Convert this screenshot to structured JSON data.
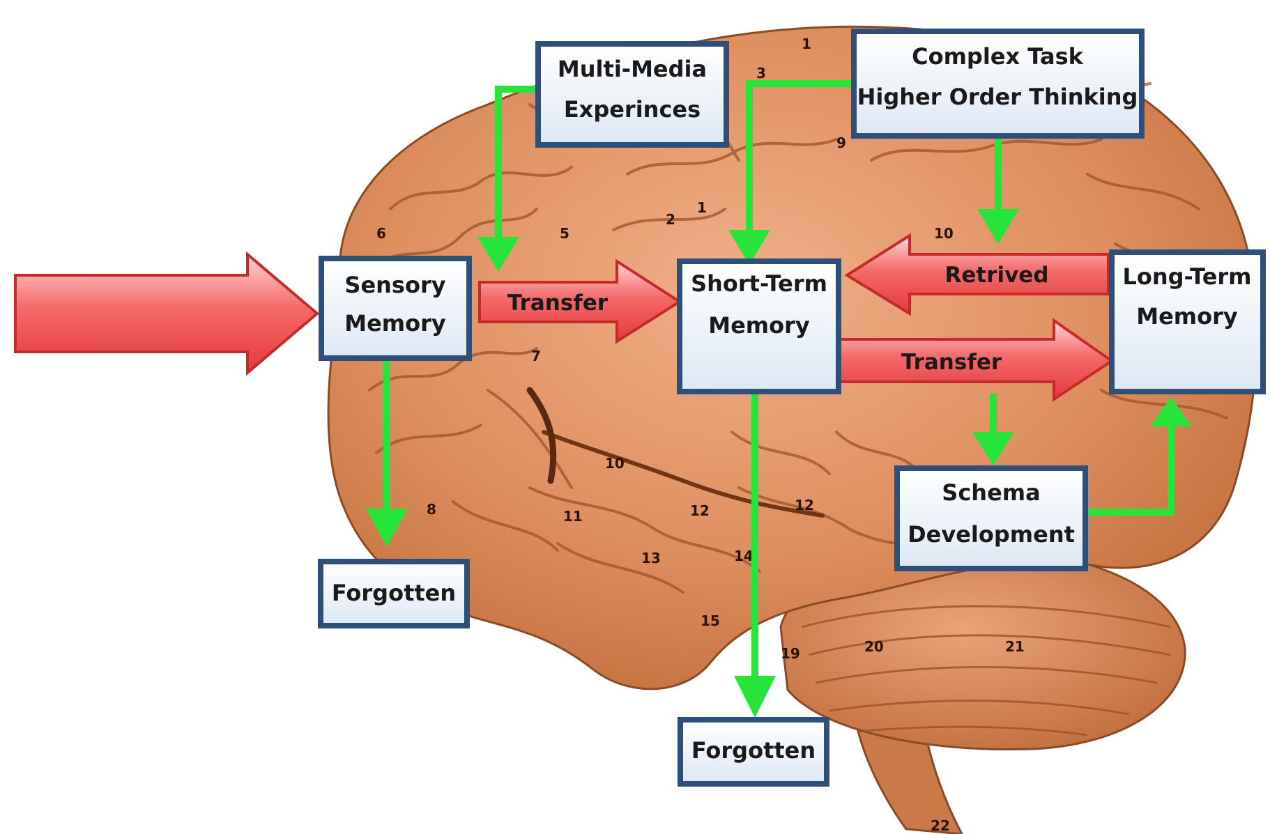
{
  "diagram": {
    "boxes": {
      "sensory_memory": [
        "Sensory",
        "Memory"
      ],
      "short_term_memory": [
        "Short-Term",
        "Memory"
      ],
      "long_term_memory": [
        "Long-Term",
        "Memory"
      ],
      "multi_media": [
        "Multi-Media",
        "Experinces"
      ],
      "complex_task": [
        "Complex Task",
        "Higher Order Thinking"
      ],
      "schema_development": [
        "Schema",
        "Development"
      ],
      "forgotten_sensory": "Forgotten",
      "forgotten_short_term": "Forgotten"
    },
    "arrows": {
      "transfer_sensory_to_short": "Transfer",
      "retrived": "Retrived",
      "transfer_short_to_long": "Transfer"
    },
    "brain_labels": [
      "1",
      "1",
      "1",
      "2",
      "3",
      "5",
      "6",
      "7",
      "8",
      "9",
      "10",
      "10",
      "11",
      "12",
      "12",
      "13",
      "14",
      "15",
      "19",
      "20",
      "21",
      "22"
    ],
    "colors": {
      "red_arrow": "#f24b4b",
      "green_arrow": "#27e43a",
      "box_border": "#2d4f7a",
      "box_fill": "#eef4fb",
      "brain": "#dc8d5d"
    }
  }
}
